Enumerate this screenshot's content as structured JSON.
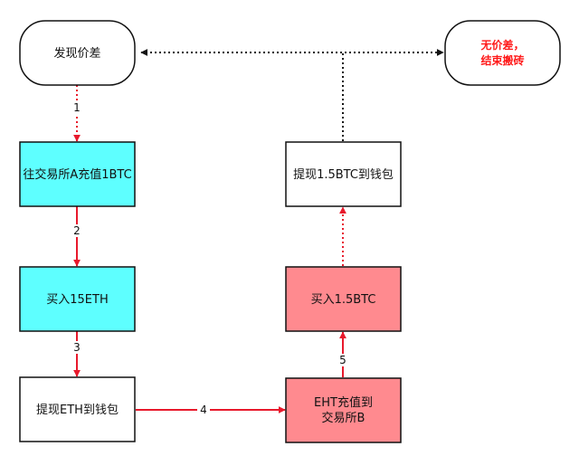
{
  "nodes": {
    "start": {
      "lines": [
        "发现价差"
      ]
    },
    "end": {
      "lines": [
        "无价差，",
        "结束搬砖"
      ]
    },
    "deposit_a": {
      "lines": [
        "往交易所A充值1BTC"
      ]
    },
    "buy_eth": {
      "lines": [
        "买入15ETH"
      ]
    },
    "withdraw_eth": {
      "lines": [
        "提现ETH到钱包"
      ]
    },
    "deposit_b": {
      "lines": [
        "EHT充值到",
        "交易所B"
      ]
    },
    "buy_btc": {
      "lines": [
        "买入1.5BTC"
      ]
    },
    "withdraw_btc": {
      "lines": [
        "提现1.5BTC到钱包"
      ]
    }
  },
  "edges": {
    "e1": {
      "label": "1"
    },
    "e2": {
      "label": "2"
    },
    "e3": {
      "label": "3"
    },
    "e4": {
      "label": "4"
    },
    "e5": {
      "label": "5"
    }
  },
  "colors": {
    "cyan_fill": "#5effff",
    "red_fill": "#ff8a8f",
    "white_fill": "#ffffff",
    "border": "#111111",
    "arrow_red": "#e8192c",
    "dotted_black": "#111111",
    "end_text": "#ff1a1a"
  }
}
